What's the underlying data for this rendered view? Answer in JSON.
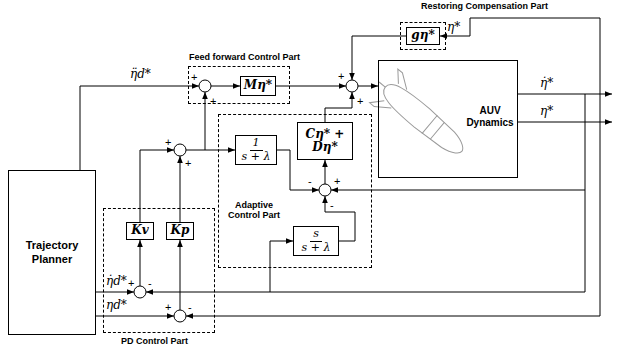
{
  "diagram": {
    "nodes": [
      {
        "text": [
          "Restoring Compensation Part"
        ]
      },
      {
        "text": [
          "gη*"
        ],
        "in": 0
      },
      {
        "text": [
          "Feed forward Control Part"
        ]
      },
      {
        "text": [
          "Mη*"
        ],
        "in": 2
      },
      {
        "text": [
          "AUV Dynamics"
        ]
      },
      {
        "text": [
          "Adaptive Control Part"
        ]
      },
      {
        "text": [
          "1",
          "s + λ"
        ],
        "in": 5
      },
      {
        "text": [
          "Cη* + Dη*"
        ],
        "in": 5
      },
      {
        "text": [
          "s",
          "s + λ"
        ],
        "in": 5
      },
      {
        "text": [
          "Trajectory Planner"
        ]
      },
      {
        "text": [
          "PD Control Part"
        ]
      },
      {
        "text": [
          "Kv"
        ],
        "in": 10
      },
      {
        "text": [
          "Kp"
        ],
        "in": 10
      }
    ],
    "labels": [
      "η*",
      "η̈d*",
      "+",
      "+",
      "+",
      "+",
      "η̇*",
      "η*",
      "+",
      "+",
      "-",
      "+",
      "-",
      "+",
      "-",
      "+",
      "-",
      "η̇d*",
      "ηd*"
    ]
  }
}
